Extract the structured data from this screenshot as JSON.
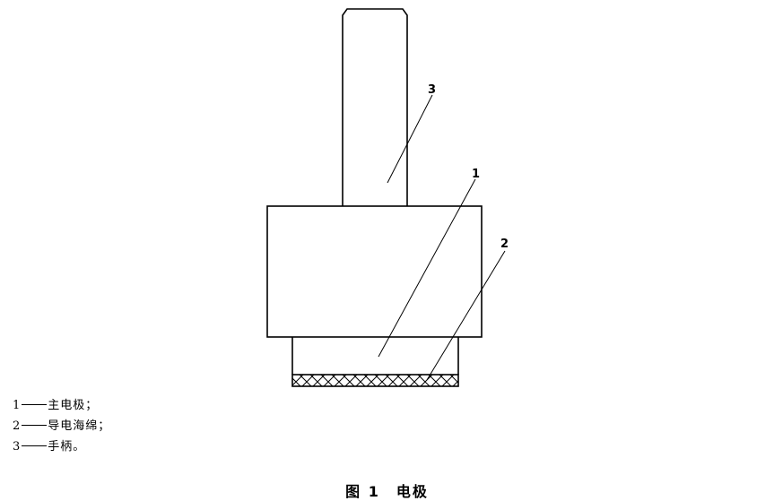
{
  "callouts": [
    {
      "number": "1"
    },
    {
      "number": "2"
    },
    {
      "number": "3"
    }
  ],
  "legend": [
    {
      "number": "1",
      "text": "主电极；"
    },
    {
      "number": "2",
      "text": "导电海绵；"
    },
    {
      "number": "3",
      "text": "手柄。"
    }
  ],
  "caption": {
    "label": "图 1",
    "title": "电极"
  }
}
